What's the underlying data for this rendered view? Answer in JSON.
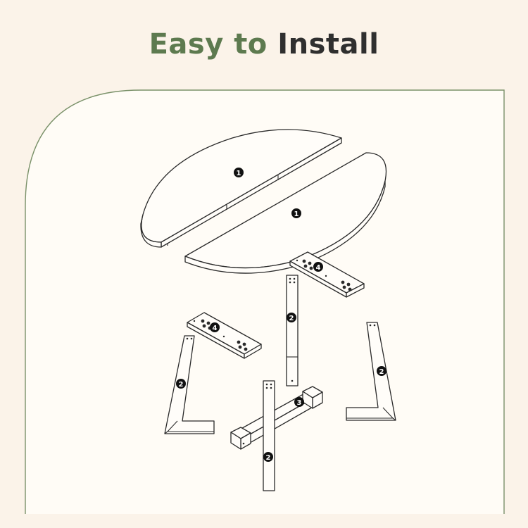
{
  "header": {
    "title_accent": "Easy to",
    "title_main": "Install"
  },
  "colors": {
    "background": "#fbf3e9",
    "panel": "#fffcf6",
    "panel_border": "#7a9169",
    "accent": "#5d7a4f",
    "title_dark": "#2f2f2f"
  },
  "parts": {
    "tabletop_left": "1",
    "tabletop_right": "1",
    "leg_left": "2",
    "leg_center": "2",
    "leg_right": "2",
    "leg_front": "2",
    "base_bar": "3",
    "bracket_left": "4",
    "bracket_right": "4"
  }
}
